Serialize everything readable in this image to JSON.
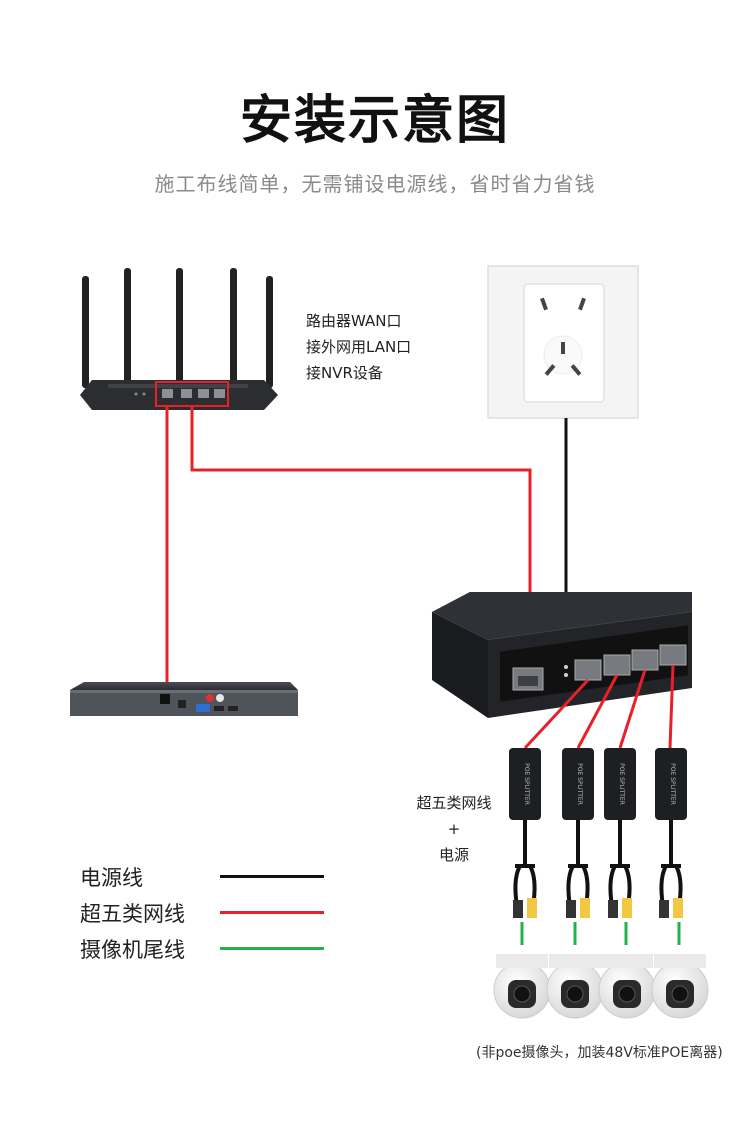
{
  "title": "安装示意图",
  "subtitle": "施工布线简单，无需铺设电源线，省时省力省钱",
  "router_note": {
    "line1": "路由器WAN口",
    "line2": "接外网用LAN口",
    "line3": "接NVR设备"
  },
  "cable_note": {
    "line1": "超五类网线",
    "line2": "+",
    "line3": "电源"
  },
  "legend": [
    {
      "label": "电源线",
      "color": "#111111"
    },
    {
      "label": "超五类网线",
      "color": "#e8202a"
    },
    {
      "label": "摄像机尾线",
      "color": "#22b14c"
    }
  ],
  "splitter_label": "POE SPLITTER",
  "footnote": "(非poe摄像头，加装48V标准POE离器)",
  "colors": {
    "power_line": "#111111",
    "network_line": "#e8202a",
    "camera_line": "#22b14c"
  }
}
